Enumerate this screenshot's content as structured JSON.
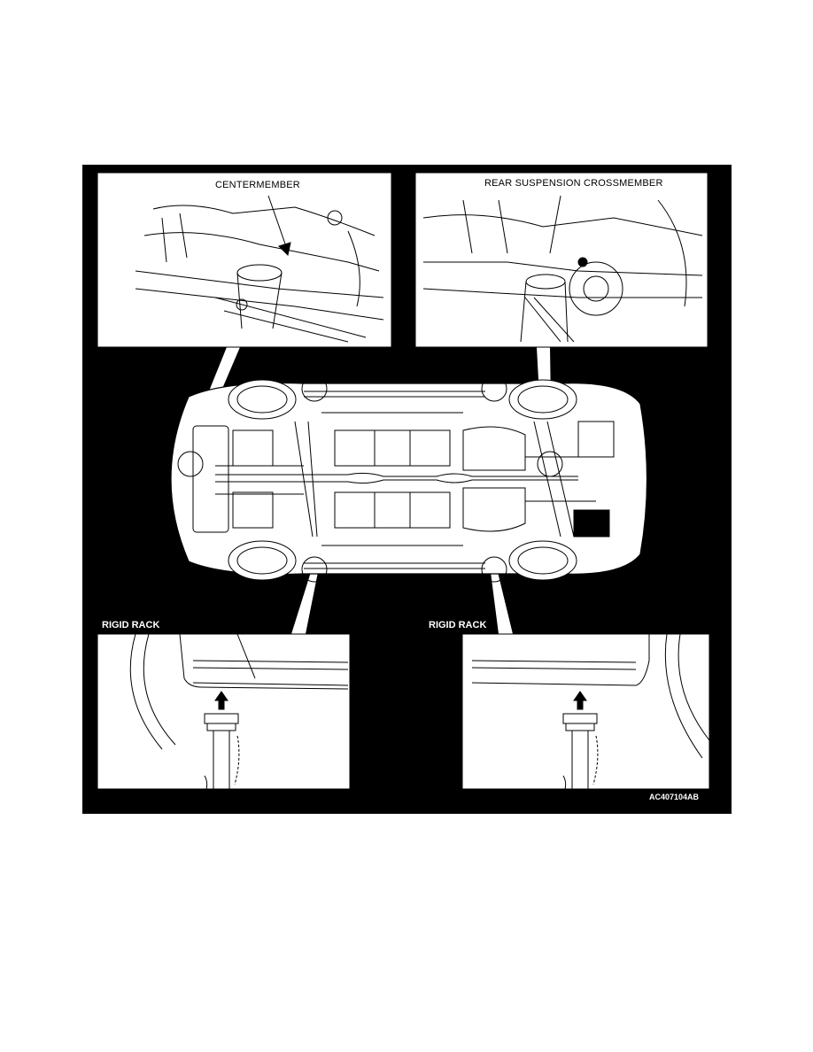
{
  "labels": {
    "centermember": "CENTERMEMBER",
    "rear_crossmember": "REAR SUSPENSION CROSSMEMBER",
    "rigid_rack_left": "RIGID RACK",
    "rigid_rack_right": "RIGID RACK",
    "figure_code": "AC407104AB"
  },
  "colors": {
    "background": "#000000",
    "panel": "#ffffff",
    "line": "#000000"
  }
}
